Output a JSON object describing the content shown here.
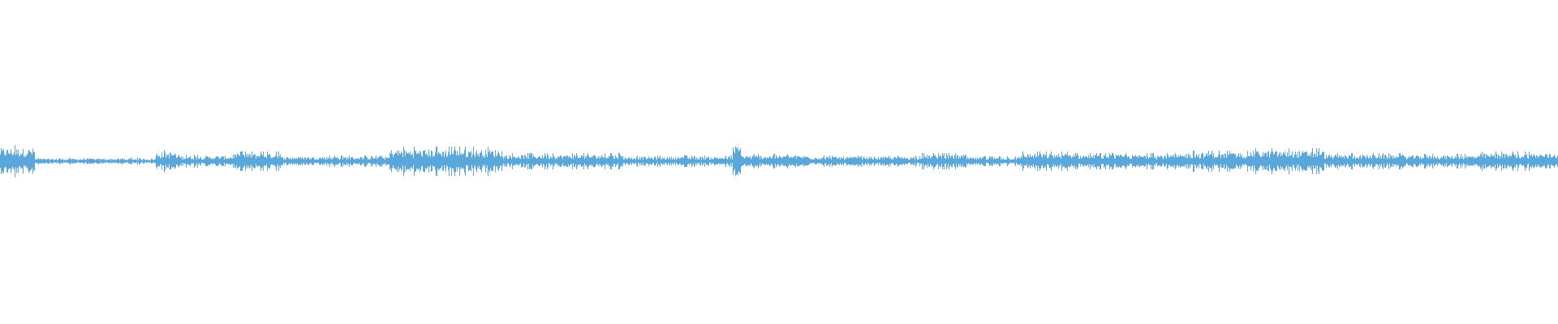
{
  "waveform": {
    "color": "#5aa7dc",
    "background": "#ffffff",
    "baseline_amplitude": 0.012,
    "segments": [
      {
        "start": 0.0,
        "end": 0.022,
        "amp": 0.1
      },
      {
        "start": 0.022,
        "end": 0.1,
        "amp": 0.02
      },
      {
        "start": 0.1,
        "end": 0.112,
        "amp": 0.07
      },
      {
        "start": 0.112,
        "end": 0.15,
        "amp": 0.04
      },
      {
        "start": 0.15,
        "end": 0.18,
        "amp": 0.06
      },
      {
        "start": 0.18,
        "end": 0.25,
        "amp": 0.035
      },
      {
        "start": 0.25,
        "end": 0.322,
        "amp": 0.09
      },
      {
        "start": 0.322,
        "end": 0.4,
        "amp": 0.05
      },
      {
        "start": 0.4,
        "end": 0.47,
        "amp": 0.035
      },
      {
        "start": 0.47,
        "end": 0.476,
        "amp": 0.12
      },
      {
        "start": 0.476,
        "end": 0.52,
        "amp": 0.045
      },
      {
        "start": 0.52,
        "end": 0.59,
        "amp": 0.035
      },
      {
        "start": 0.59,
        "end": 0.62,
        "amp": 0.05
      },
      {
        "start": 0.62,
        "end": 0.655,
        "amp": 0.03
      },
      {
        "start": 0.655,
        "end": 0.69,
        "amp": 0.06
      },
      {
        "start": 0.69,
        "end": 0.76,
        "amp": 0.05
      },
      {
        "start": 0.76,
        "end": 0.8,
        "amp": 0.065
      },
      {
        "start": 0.8,
        "end": 0.85,
        "amp": 0.08
      },
      {
        "start": 0.85,
        "end": 0.9,
        "amp": 0.05
      },
      {
        "start": 0.9,
        "end": 0.95,
        "amp": 0.045
      },
      {
        "start": 0.95,
        "end": 1.0,
        "amp": 0.06
      }
    ]
  }
}
